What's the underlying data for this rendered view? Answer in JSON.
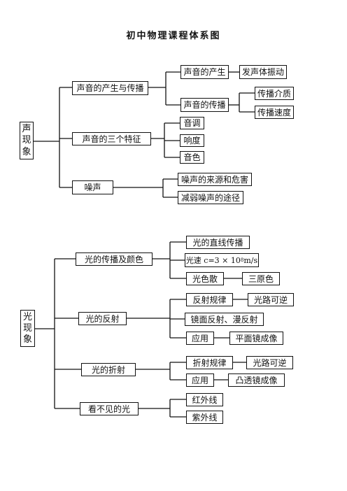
{
  "title": "初中物理课程体系图",
  "sound": {
    "root": [
      "声",
      "现",
      "象"
    ],
    "b1": "声音的产生与传播",
    "b1_c1": "声音的产生",
    "b1_c1_d1": "发声体振动",
    "b1_c2": "声音的传播",
    "b1_c2_d1": "传播介质",
    "b1_c2_d2": "传播速度",
    "b2": "声音的三个特征",
    "b2_c1": "音调",
    "b2_c2": "响度",
    "b2_c3": "音色",
    "b3": "噪声",
    "b3_c1": "噪声的来源和危害",
    "b3_c2": "减弱噪声的途径"
  },
  "light": {
    "root": [
      "光",
      "现",
      "象"
    ],
    "b1": "光的传播及颜色",
    "b1_c1": "光的直线传播",
    "b1_c2_pre": "光速 c=3 × 10",
    "b1_c2_sup": "8",
    "b1_c2_post": "m/s",
    "b1_c3": "光色散",
    "b1_c3_d1": "三原色",
    "b2": "光的反射",
    "b2_c1": "反射规律",
    "b2_c1_d1": "光路可逆",
    "b2_c2": "镜面反射、漫反射",
    "b2_c3": "应用",
    "b2_c3_d1": "平面镜成像",
    "b3": "光的折射",
    "b3_c1": "折射规律",
    "b3_c1_d1": "光路可逆",
    "b3_c2": "应用",
    "b3_c2_d1": "凸透镜成像",
    "b4": "看不见的光",
    "b4_c1": "红外线",
    "b4_c2": "紫外线"
  }
}
